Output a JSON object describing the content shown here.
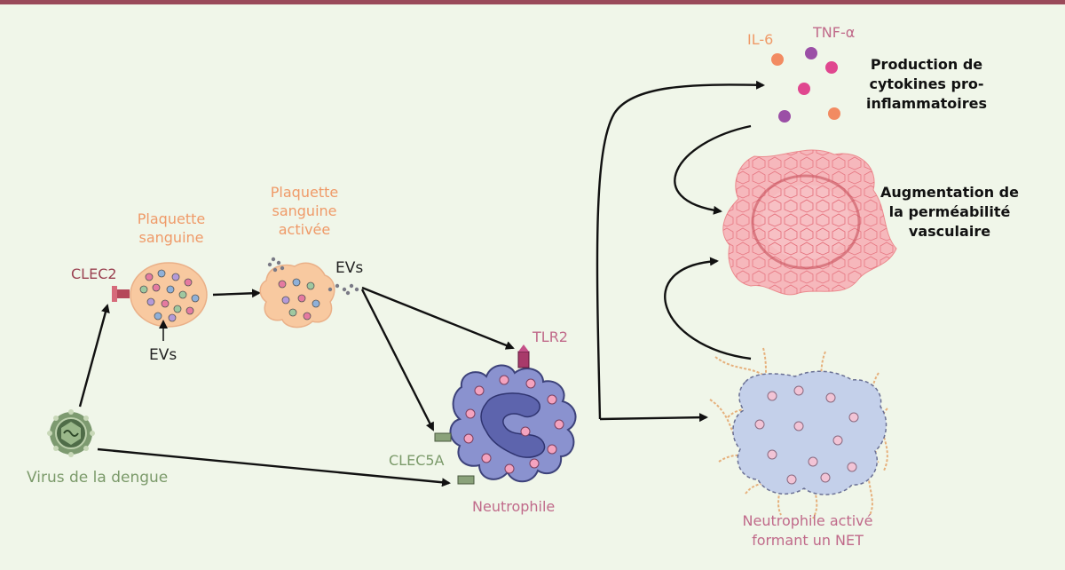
{
  "labels": {
    "dengue_virus": "Virus de la dengue",
    "platelet": "Plaquette sanguine",
    "platelet_activated": "Plaquette sanguine activée",
    "clec2": "CLEC2",
    "evs_platelet": "EVs",
    "evs_activated": "EVs",
    "tlr2": "TLR2",
    "clec5a": "CLEC5A",
    "neutrophil": "Neutrophile",
    "neutrophil_net": "Neutrophile activé formant un NET",
    "il6": "IL-6",
    "tnf": "TNF-α",
    "cytokines": "Production de cytokines pro-inflammatoires",
    "permeability": "Augmentation de la perméabilité vasculaire"
  },
  "colors": {
    "background": "#f0f6e9",
    "top_bar": "#9a4a5a",
    "platelet": "#f8c9a0",
    "neutrophil": "#8a92cf",
    "nucleus": "#5d64ad",
    "granule": "#f4a3bf",
    "virus": "#6d8a63",
    "il6_dot": "#f28b62",
    "tnf_dot_purple": "#9b4fa6",
    "tnf_dot_pink": "#e0478f",
    "net_fiber": "#e6b07c",
    "vessel": "#ec8b8f"
  },
  "icons": [
    "virus-icon",
    "platelet-icon",
    "activated-platelet-icon",
    "neutrophil-icon",
    "net-neutrophil-icon",
    "cytokine-dots-icon",
    "vessel-icon"
  ]
}
